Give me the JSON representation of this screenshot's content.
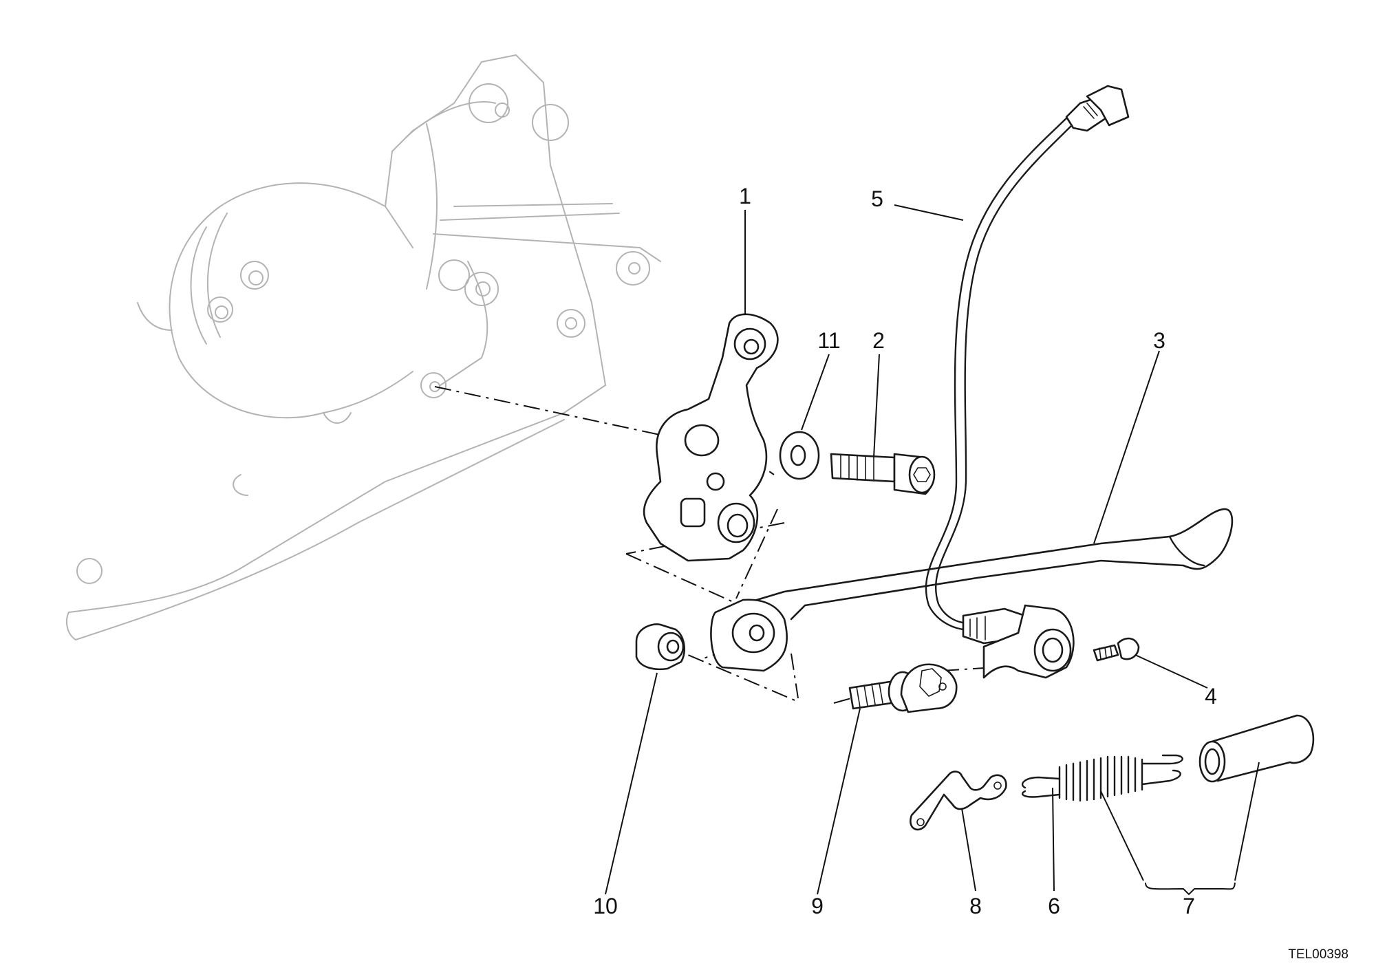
{
  "diagram": {
    "reference_code": "TEL00398",
    "callouts": [
      {
        "id": "1",
        "label": "1"
      },
      {
        "id": "2",
        "label": "2"
      },
      {
        "id": "3",
        "label": "3"
      },
      {
        "id": "4",
        "label": "4"
      },
      {
        "id": "5",
        "label": "5"
      },
      {
        "id": "6",
        "label": "6"
      },
      {
        "id": "7",
        "label": "7"
      },
      {
        "id": "8",
        "label": "8"
      },
      {
        "id": "9",
        "label": "9"
      },
      {
        "id": "10",
        "label": "10"
      },
      {
        "id": "11",
        "label": "11"
      }
    ]
  }
}
